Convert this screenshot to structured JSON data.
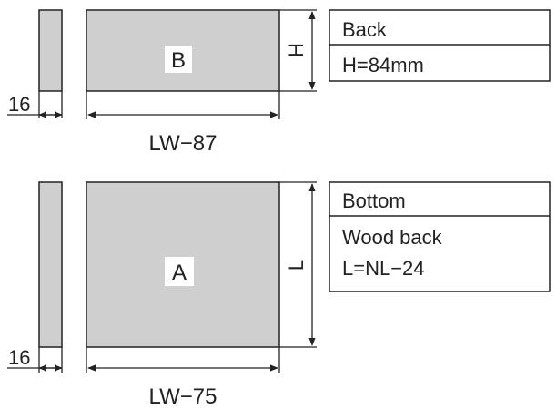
{
  "colors": {
    "panel_fill": "#cfcfcf",
    "line": "#222222",
    "label_bg": "#ffffff"
  },
  "back_part": {
    "panel_letter": "B",
    "thickness_label": "16",
    "width_label": "LW−87",
    "height_label": "H",
    "info_title": "Back",
    "info_line_1": "H=84mm"
  },
  "bottom_part": {
    "panel_letter": "A",
    "thickness_label": "16",
    "width_label": "LW−75",
    "height_label": "L",
    "info_title": "Bottom",
    "info_line_1": "Wood back",
    "info_line_2": "L=NL−24"
  }
}
